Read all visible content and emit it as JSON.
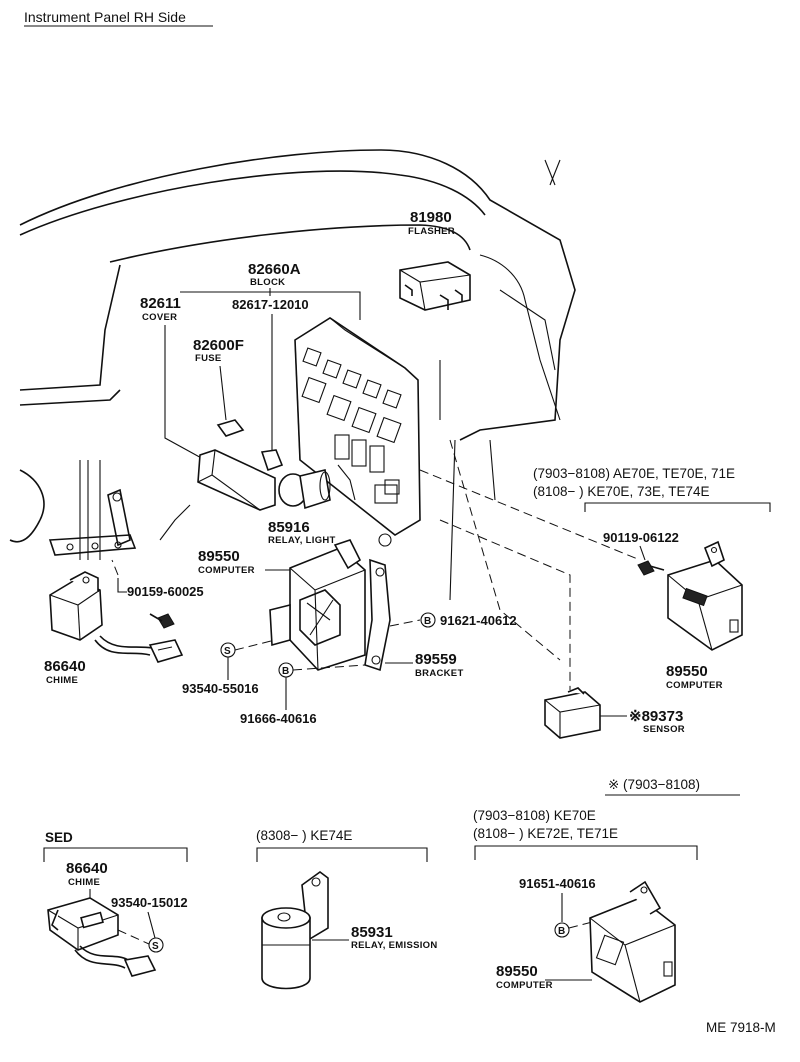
{
  "title": "Instrument Panel RH Side",
  "footer_code": "ME 7918-M",
  "parts": {
    "flasher": {
      "number": "81980",
      "name": "FLASHER"
    },
    "block": {
      "number": "82660A",
      "name": "BLOCK"
    },
    "cover": {
      "number": "82611",
      "name": "COVER"
    },
    "block_sub": {
      "number": "82617-12010"
    },
    "fuse": {
      "number": "82600F",
      "name": "FUSE"
    },
    "relay_light": {
      "number": "85916",
      "name": "RELAY, LIGHT"
    },
    "computer_main": {
      "number": "89550",
      "name": "COMPUTER"
    },
    "bolt_b1": {
      "number": "91621-40612",
      "symbol": "B"
    },
    "bracket": {
      "number": "89559",
      "name": "BRACKET"
    },
    "screw_s1": {
      "number": "93540-55016",
      "symbol": "S"
    },
    "bolt_b2": {
      "number": "91666-40616",
      "symbol": "B"
    },
    "bolt_small": {
      "number": "90159-60025"
    },
    "chime_main": {
      "number": "86640",
      "name": "CHIME"
    },
    "bolt_right": {
      "number": "90119-06122"
    },
    "computer_right": {
      "number": "89550",
      "name": "COMPUTER"
    },
    "sensor": {
      "number": "※89373",
      "name": "SENSOR"
    },
    "chime_sed": {
      "number": "86640",
      "name": "CHIME"
    },
    "screw_sed": {
      "number": "93540-15012",
      "symbol": "S"
    },
    "relay_emission": {
      "number": "85931",
      "name": "RELAY, EMISSION"
    },
    "bolt_bottom": {
      "number": "91651-40616",
      "symbol": "B"
    },
    "computer_bottom": {
      "number": "89550",
      "name": "COMPUTER"
    }
  },
  "applicability": {
    "right_line1": "(7903−8108) AE70E, TE70E, 71E",
    "right_line2": "(8108−          ) KE70E, 73E, TE74E",
    "sensor_note": "※ (7903−8108)",
    "sed": "SED",
    "mid": "(8308−          ) KE74E",
    "bottom_line1": "(7903−8108) KE70E",
    "bottom_line2": "(8108−          ) KE72E, TE71E"
  }
}
